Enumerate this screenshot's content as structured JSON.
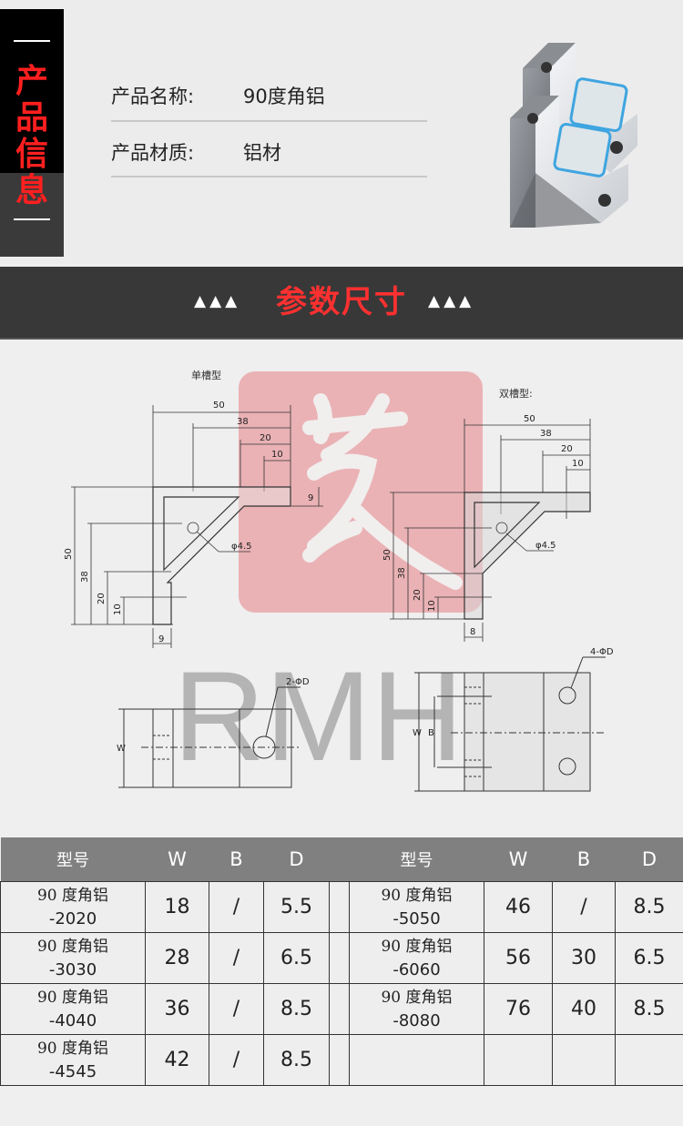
{
  "info": {
    "side_tag": [
      "产",
      "品",
      "信",
      "息"
    ],
    "rows": [
      {
        "label": "产品名称:",
        "value": "90度角铝"
      },
      {
        "label": "产品材质:",
        "value": "铝材"
      }
    ],
    "photo_alt": "90-degree aluminum angle bracket photo"
  },
  "banner": {
    "title": "参数尺寸",
    "left_deco": "▲▲▲",
    "right_deco": "▲▲▲",
    "colors": {
      "title": "#ff3030",
      "background": "#383838"
    }
  },
  "drawings": {
    "single_slot": {
      "title": "单槽型",
      "horizontal_dims": [
        "50",
        "38",
        "20",
        "10"
      ],
      "vertical_dims": [
        "50",
        "38",
        "20",
        "10"
      ],
      "thickness_top": "9",
      "thickness_bottom": "9",
      "hole": "φ4.5",
      "bottom_view_label": "2-ΦD",
      "bottom_view_dim": "W"
    },
    "double_slot": {
      "title": "双槽型:",
      "horizontal_dims": [
        "50",
        "38",
        "20",
        "10"
      ],
      "vertical_dims": [
        "50",
        "38",
        "20",
        "10"
      ],
      "thickness_bottom": "8",
      "hole": "φ4.5",
      "bottom_view_label": "4-ΦD",
      "bottom_view_dims": [
        "W",
        "B"
      ]
    },
    "watermark_text": "RMH",
    "seal_color": "#e9a7aa"
  },
  "table": {
    "headers": [
      "型号",
      "W",
      "B",
      "D",
      "",
      "型号",
      "W",
      "B",
      "D"
    ],
    "rows": [
      {
        "left": {
          "name": "90 度角铝",
          "code": "-2020",
          "W": "18",
          "B": "/",
          "D": "5.5"
        },
        "right": {
          "name": "90 度角铝",
          "code": "-5050",
          "W": "46",
          "B": "/",
          "D": "8.5"
        }
      },
      {
        "left": {
          "name": "90 度角铝",
          "code": "-3030",
          "W": "28",
          "B": "/",
          "D": "6.5"
        },
        "right": {
          "name": "90 度角铝",
          "code": "-6060",
          "W": "56",
          "B": "30",
          "D": "6.5"
        }
      },
      {
        "left": {
          "name": "90 度角铝",
          "code": "-4040",
          "W": "36",
          "B": "/",
          "D": "8.5"
        },
        "right": {
          "name": "90 度角铝",
          "code": "-8080",
          "W": "76",
          "B": "40",
          "D": "8.5"
        }
      },
      {
        "left": {
          "name": "90 度角铝",
          "code": "-4545",
          "W": "42",
          "B": "/",
          "D": "8.5"
        },
        "right": {
          "name": "",
          "code": "",
          "W": "",
          "B": "",
          "D": ""
        }
      }
    ]
  }
}
